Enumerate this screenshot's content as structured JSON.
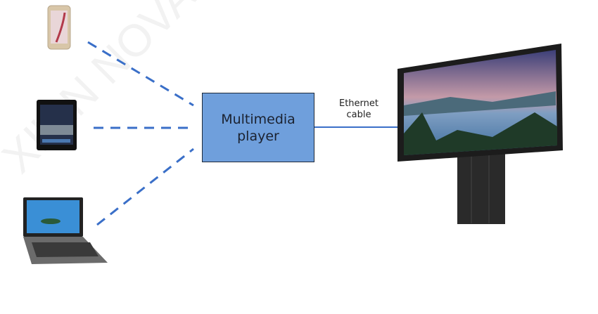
{
  "watermark": "XI'AN NOVASTAR",
  "player": {
    "line1": "Multimedia",
    "line2": "player"
  },
  "cable": {
    "line1": "Ethernet",
    "line2": "cable"
  },
  "colors": {
    "box": "#6f9fdc",
    "link": "#3a6fc8"
  }
}
